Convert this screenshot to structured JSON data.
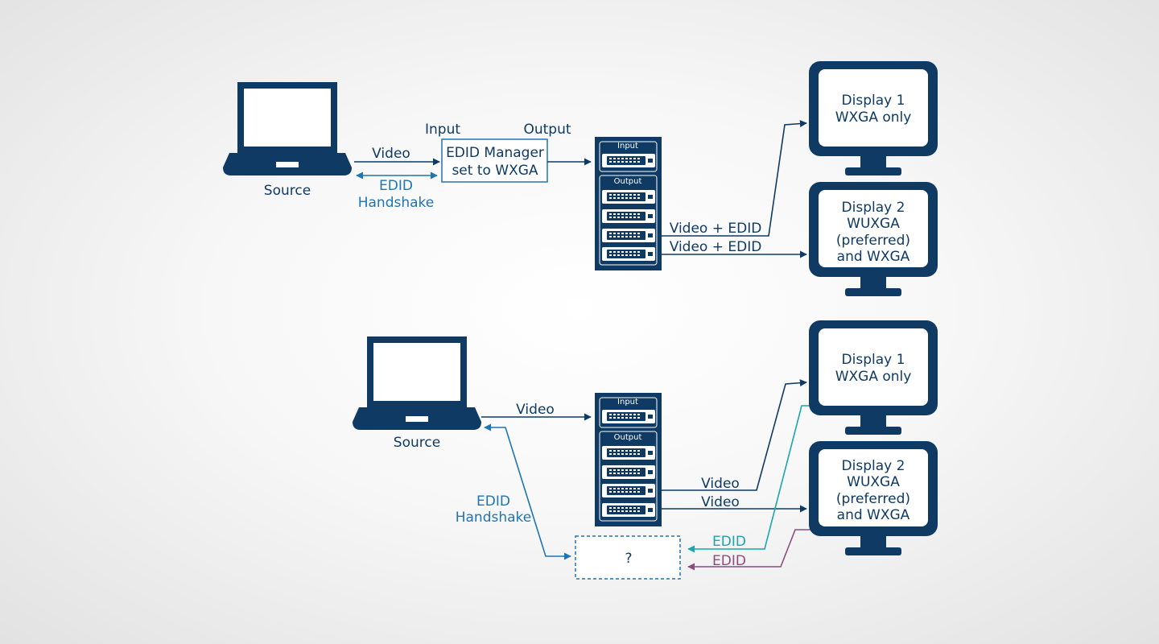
{
  "colors": {
    "navy": "#0e3a64",
    "blue": "#1f74b3",
    "teal": "#19a6ad",
    "purple": "#8b4c80"
  },
  "top": {
    "source_label": "Source",
    "video_label": "Video",
    "edid_label": [
      "EDID",
      "Handshake"
    ],
    "input_label": "Input",
    "output_label": "Output",
    "manager_label": [
      "EDID Manager",
      "set to WXGA"
    ],
    "switch_input": "Input",
    "switch_output": "Output",
    "line1_label": "Video + EDID",
    "line2_label": "Video + EDID",
    "display1": [
      "Display 1",
      "WXGA only"
    ],
    "display2": [
      "Display 2",
      "WUXGA",
      "(preferred)",
      "and WXGA"
    ]
  },
  "bottom": {
    "source_label": "Source",
    "video_label": "Video",
    "edid_label": [
      "EDID",
      "Handshake"
    ],
    "switch_input": "Input",
    "switch_output": "Output",
    "line1_label": "Video",
    "line2_label": "Video",
    "unknown_label": "?",
    "edid1_label": "EDID",
    "edid2_label": "EDID",
    "display1": [
      "Display 1",
      "WXGA only"
    ],
    "display2": [
      "Display 2",
      "WUXGA",
      "(preferred)",
      "and WXGA"
    ]
  }
}
